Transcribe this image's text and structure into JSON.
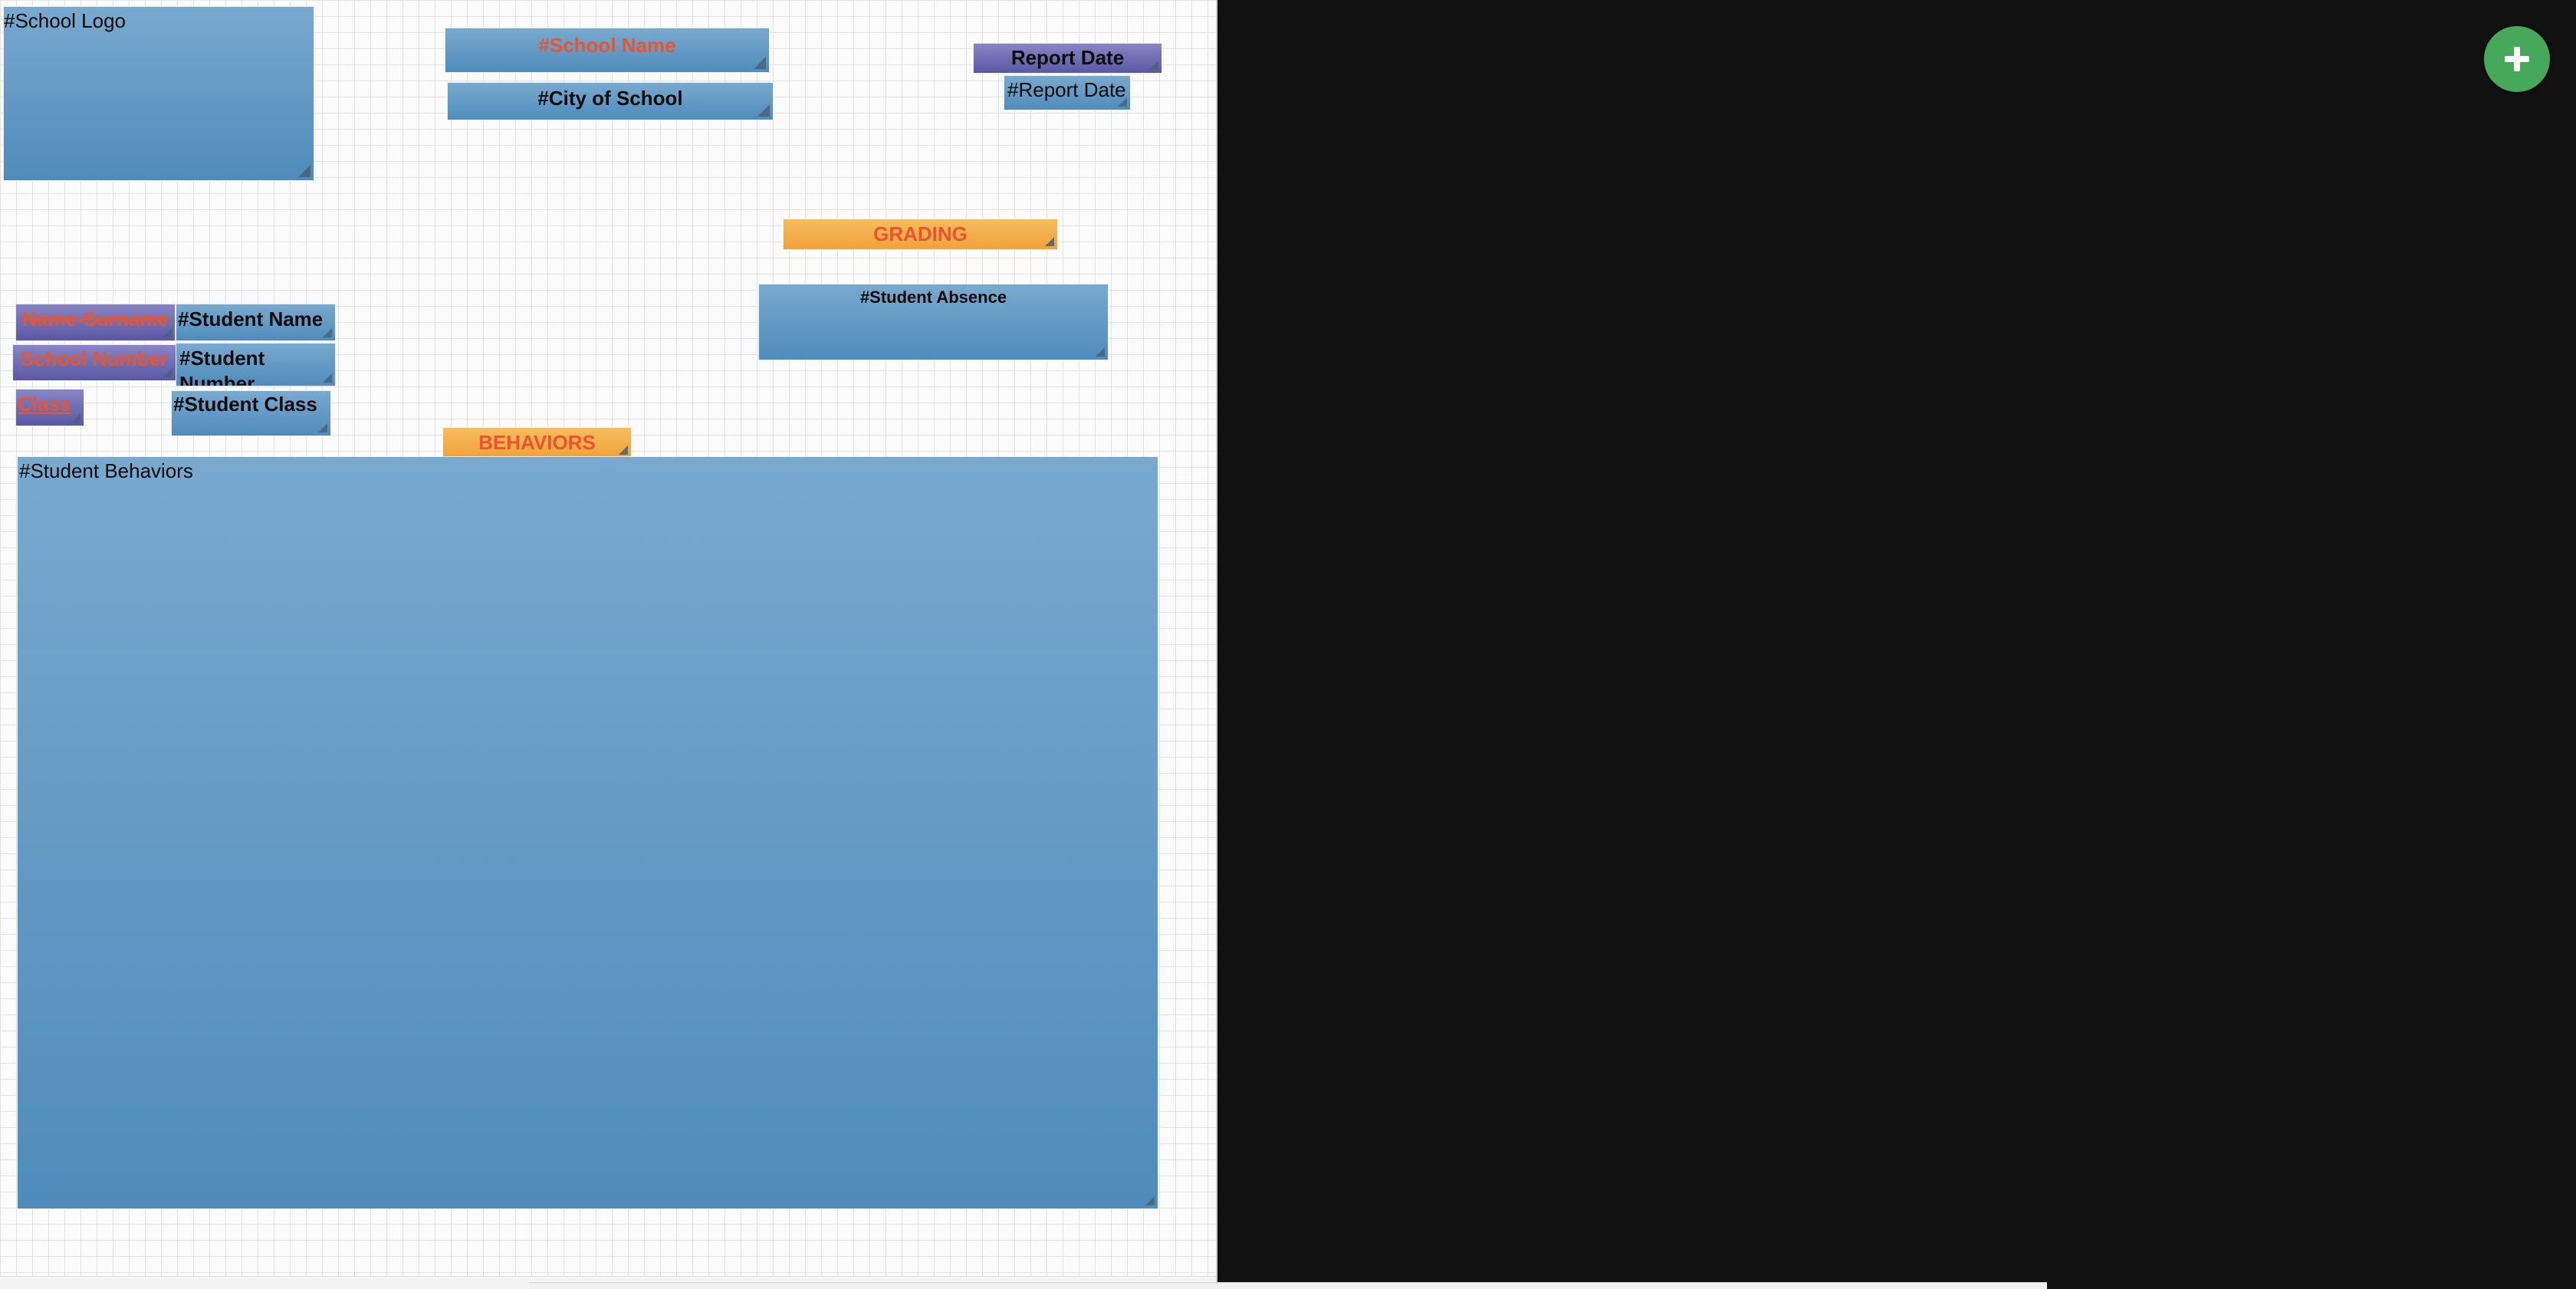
{
  "canvas": {
    "school_logo": "#School Logo",
    "school_name": "#School Name",
    "city_of_school": "#City of School",
    "report_date_label": "Report Date",
    "report_date_value": "#Report Date",
    "grading_label": "GRADING",
    "student_absence": "#Student Absence",
    "name_surname_label": "Name-Surname",
    "student_name": "#Student Name",
    "school_number_label": "School Number",
    "student_number": "#Student Number",
    "class_label": "Class",
    "student_class": "#Student Class",
    "behaviors_label": "BEHAVIORS",
    "student_behaviors": "#Student Behaviors"
  },
  "actions": {
    "add_icon": "plus-icon"
  },
  "colors": {
    "blue_field": "#5f97c3",
    "purple_label": "#6d6bb2",
    "orange_header": "#f2ae4a",
    "red_text": "#e8552f",
    "add_button": "#45a85a",
    "dark_panel": "#111111"
  }
}
